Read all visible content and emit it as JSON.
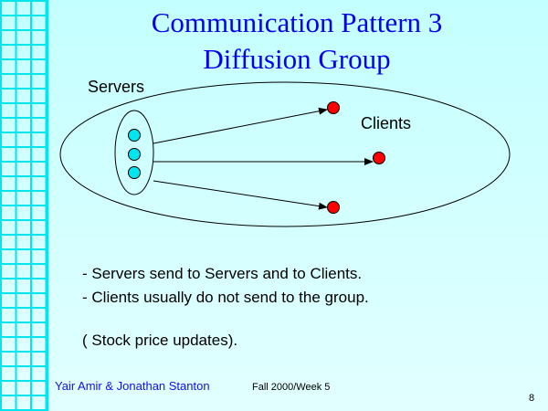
{
  "title": {
    "line1": "Communication Pattern 3",
    "line2": "Diffusion Group"
  },
  "diagram": {
    "servers_label": "Servers",
    "clients_label": "Clients"
  },
  "bullets": [
    "- Servers send to Servers and to Clients.",
    "- Clients usually do not send to the group.",
    "( Stock price updates)."
  ],
  "footer": {
    "author": "Yair Amir & Jonathan Stanton",
    "date": "Fall 2000/Week 5",
    "page": "8"
  },
  "colors": {
    "title": "#0000ee",
    "server": "#00e5ee",
    "client": "#ff0000",
    "grid": "#00e5ee"
  }
}
